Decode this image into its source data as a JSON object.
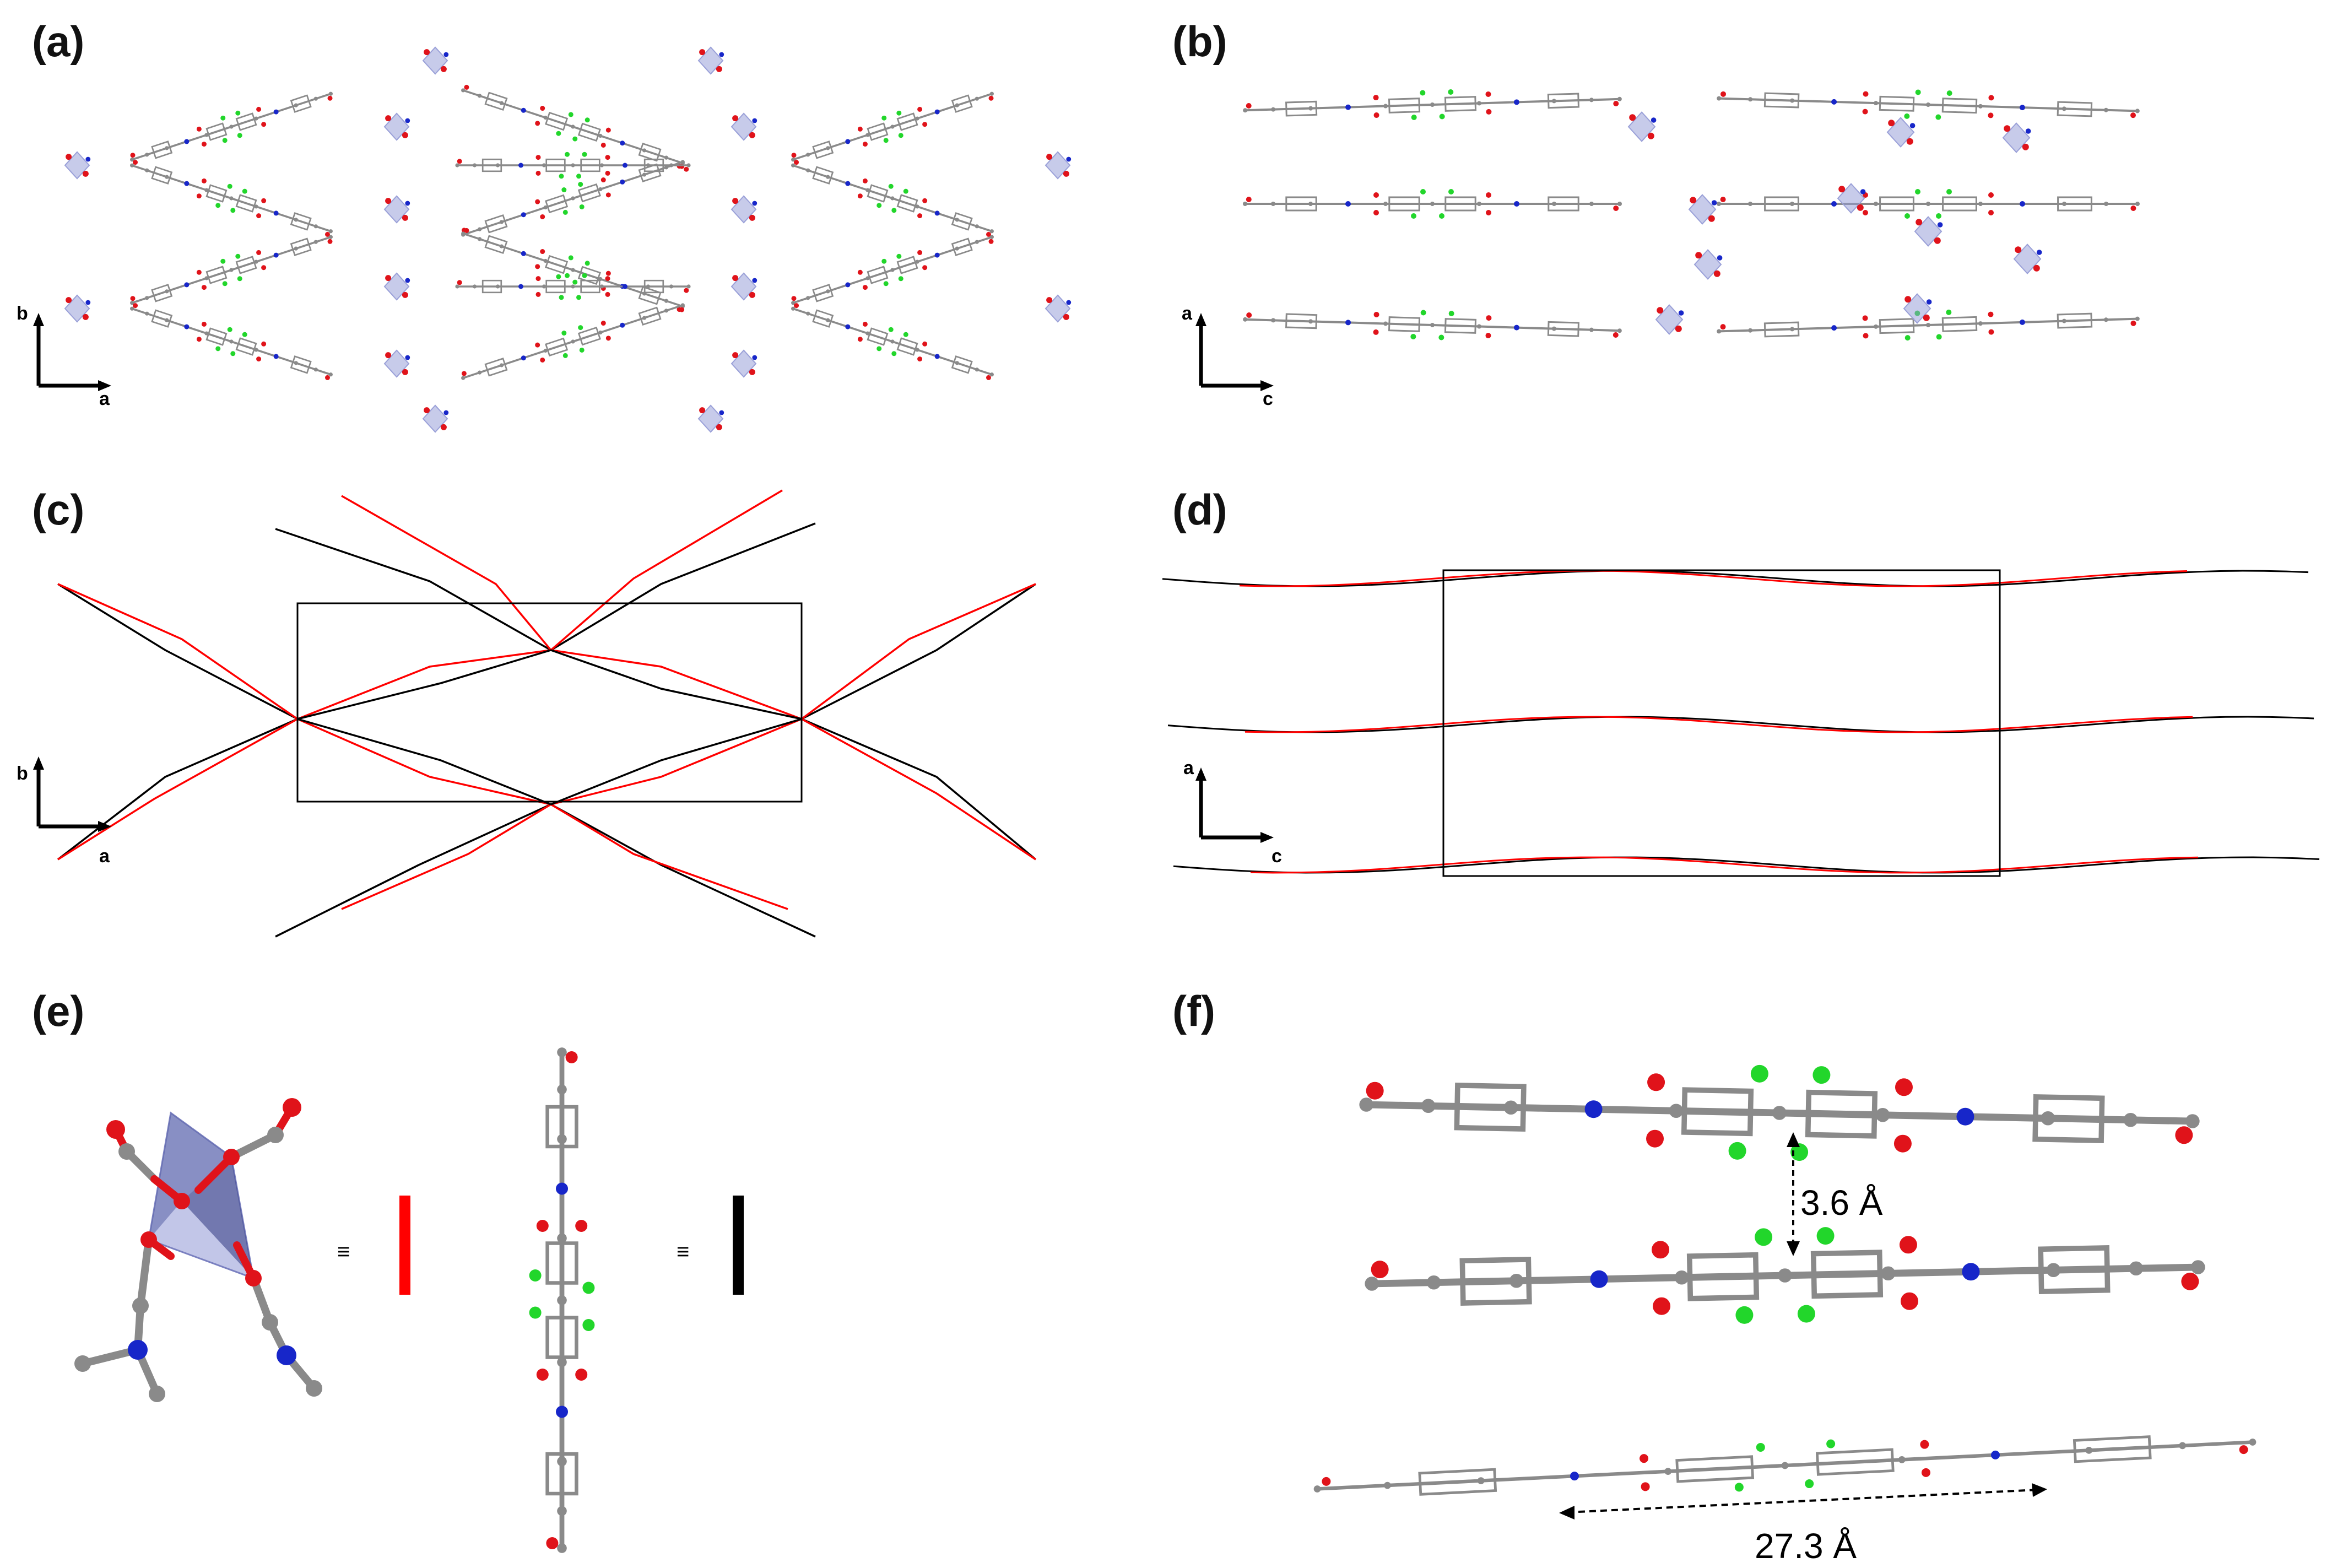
{
  "panels": {
    "a": {
      "label": "(a)",
      "axes": {
        "vertical": "b",
        "horizontal": "a"
      }
    },
    "b": {
      "label": "(b)",
      "axes": {
        "vertical": "a",
        "horizontal": "c"
      }
    },
    "c": {
      "label": "(c)",
      "axes": {
        "vertical": "b",
        "horizontal": "a"
      }
    },
    "d": {
      "label": "(d)",
      "axes": {
        "vertical": "a",
        "horizontal": "c"
      }
    },
    "e": {
      "label": "(e)",
      "equiv_symbol": "≡"
    },
    "f": {
      "label": "(f)",
      "stack_distance": "3.6 Å",
      "linker_length": "27.3 Å"
    }
  },
  "colors": {
    "carbon": "#8a8a8a",
    "oxygen": "#e0131a",
    "nitrogen": "#1726c9",
    "chlorine": "#22d62b",
    "hydrogen": "#e6e6e6",
    "metal": "#b3b9e6",
    "polyhedron": "#8f97d6",
    "net_red": "#ff0000",
    "net_black": "#000000"
  },
  "atom_icons": [
    "carbon-atom-icon",
    "oxygen-atom-icon",
    "nitrogen-atom-icon",
    "chlorine-atom-icon",
    "metal-node-icon"
  ]
}
